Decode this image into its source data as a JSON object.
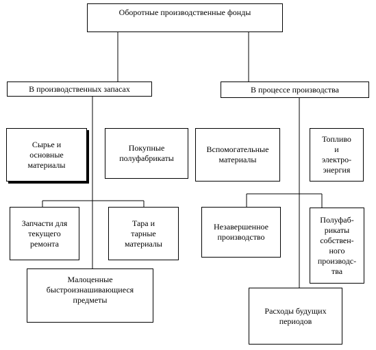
{
  "diagram": {
    "root": "Оборотные производственные фонды",
    "left_branch": "В производственных запасах",
    "right_branch": "В процессе производства",
    "items": {
      "raw_materials": "Сырье и\nосновные\nматериалы",
      "purchased_semifinished": "Покупные\nполуфабрикаты",
      "auxiliary_materials": "Вспомогательные\nматериалы",
      "fuel_energy": "Топливо\nи\nэлектро-\nэнергия",
      "spare_parts": "Запчасти для\nтекущего\nремонта",
      "containers": "Тара и\nтарные\nматериалы",
      "work_in_progress": "Незавершенное\nпроизводство",
      "own_semifinished": "Полуфаб-\nрикаты\nсобствен-\nного\nпроизводс-\nтва",
      "low_value_items": "Малоценные\nбыстроизнашивающиеся\nпредметы",
      "deferred_expenses": "Расходы будущих\nпериодов"
    },
    "colors": {
      "line": "#000000",
      "box_fill": "#ffffff",
      "background": "#ffffff"
    }
  }
}
